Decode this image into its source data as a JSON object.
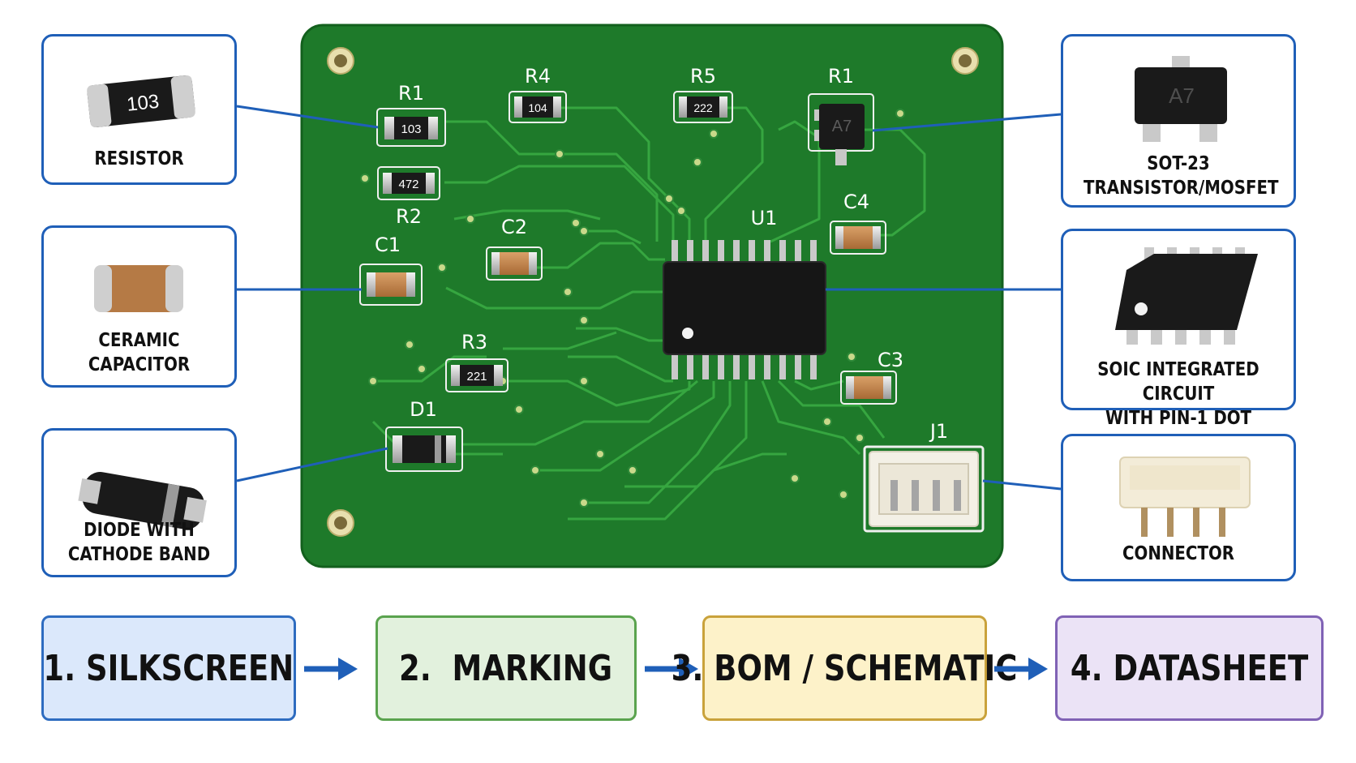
{
  "board": {
    "components": {
      "r1_left": {
        "label": "R1",
        "marking": "103"
      },
      "r2": {
        "label": "R2",
        "marking": "472"
      },
      "r4": {
        "label": "R4",
        "marking": "104"
      },
      "r5": {
        "label": "R5",
        "marking": "222"
      },
      "r3": {
        "label": "R3",
        "marking": "221"
      },
      "q1": {
        "label": "R1",
        "marking": "A7"
      },
      "c1": {
        "label": "C1"
      },
      "c2": {
        "label": "C2"
      },
      "c3": {
        "label": "C3"
      },
      "c4": {
        "label": "C4"
      },
      "u1": {
        "label": "U1"
      },
      "d1": {
        "label": "D1"
      },
      "j1": {
        "label": "J1"
      }
    }
  },
  "callouts": {
    "resistor": {
      "title": "RESISTOR",
      "marking": "103"
    },
    "capacitor": {
      "title": "CERAMIC\nCAPACITOR"
    },
    "diode": {
      "title": "DIODE WITH\nCATHODE BAND"
    },
    "transistor": {
      "title": "SOT-23\nTRANSISTOR/MOSFET",
      "marking": "A7"
    },
    "soic": {
      "title": "SOIC INTEGRATED CIRCUIT\nWITH PIN-1 DOT"
    },
    "connector": {
      "title": "CONNECTOR"
    }
  },
  "steps": [
    {
      "label": "1. SILKSCREEN",
      "color": "#dbe8fb",
      "border": "#2e6cc0"
    },
    {
      "label": "2.  MARKING",
      "color": "#e2f1dd",
      "border": "#5aa34e"
    },
    {
      "label": "3. BOM / SCHEMATIC",
      "color": "#fdf2c9",
      "border": "#c9a23b"
    },
    {
      "label": "4. DATASHEET",
      "color": "#ebe3f6",
      "border": "#8062b5"
    }
  ],
  "colors": {
    "board": "#1e7a2a",
    "trace": "#36a640",
    "callout_border": "#1f5fb8",
    "arrow": "#1f5fb8"
  }
}
